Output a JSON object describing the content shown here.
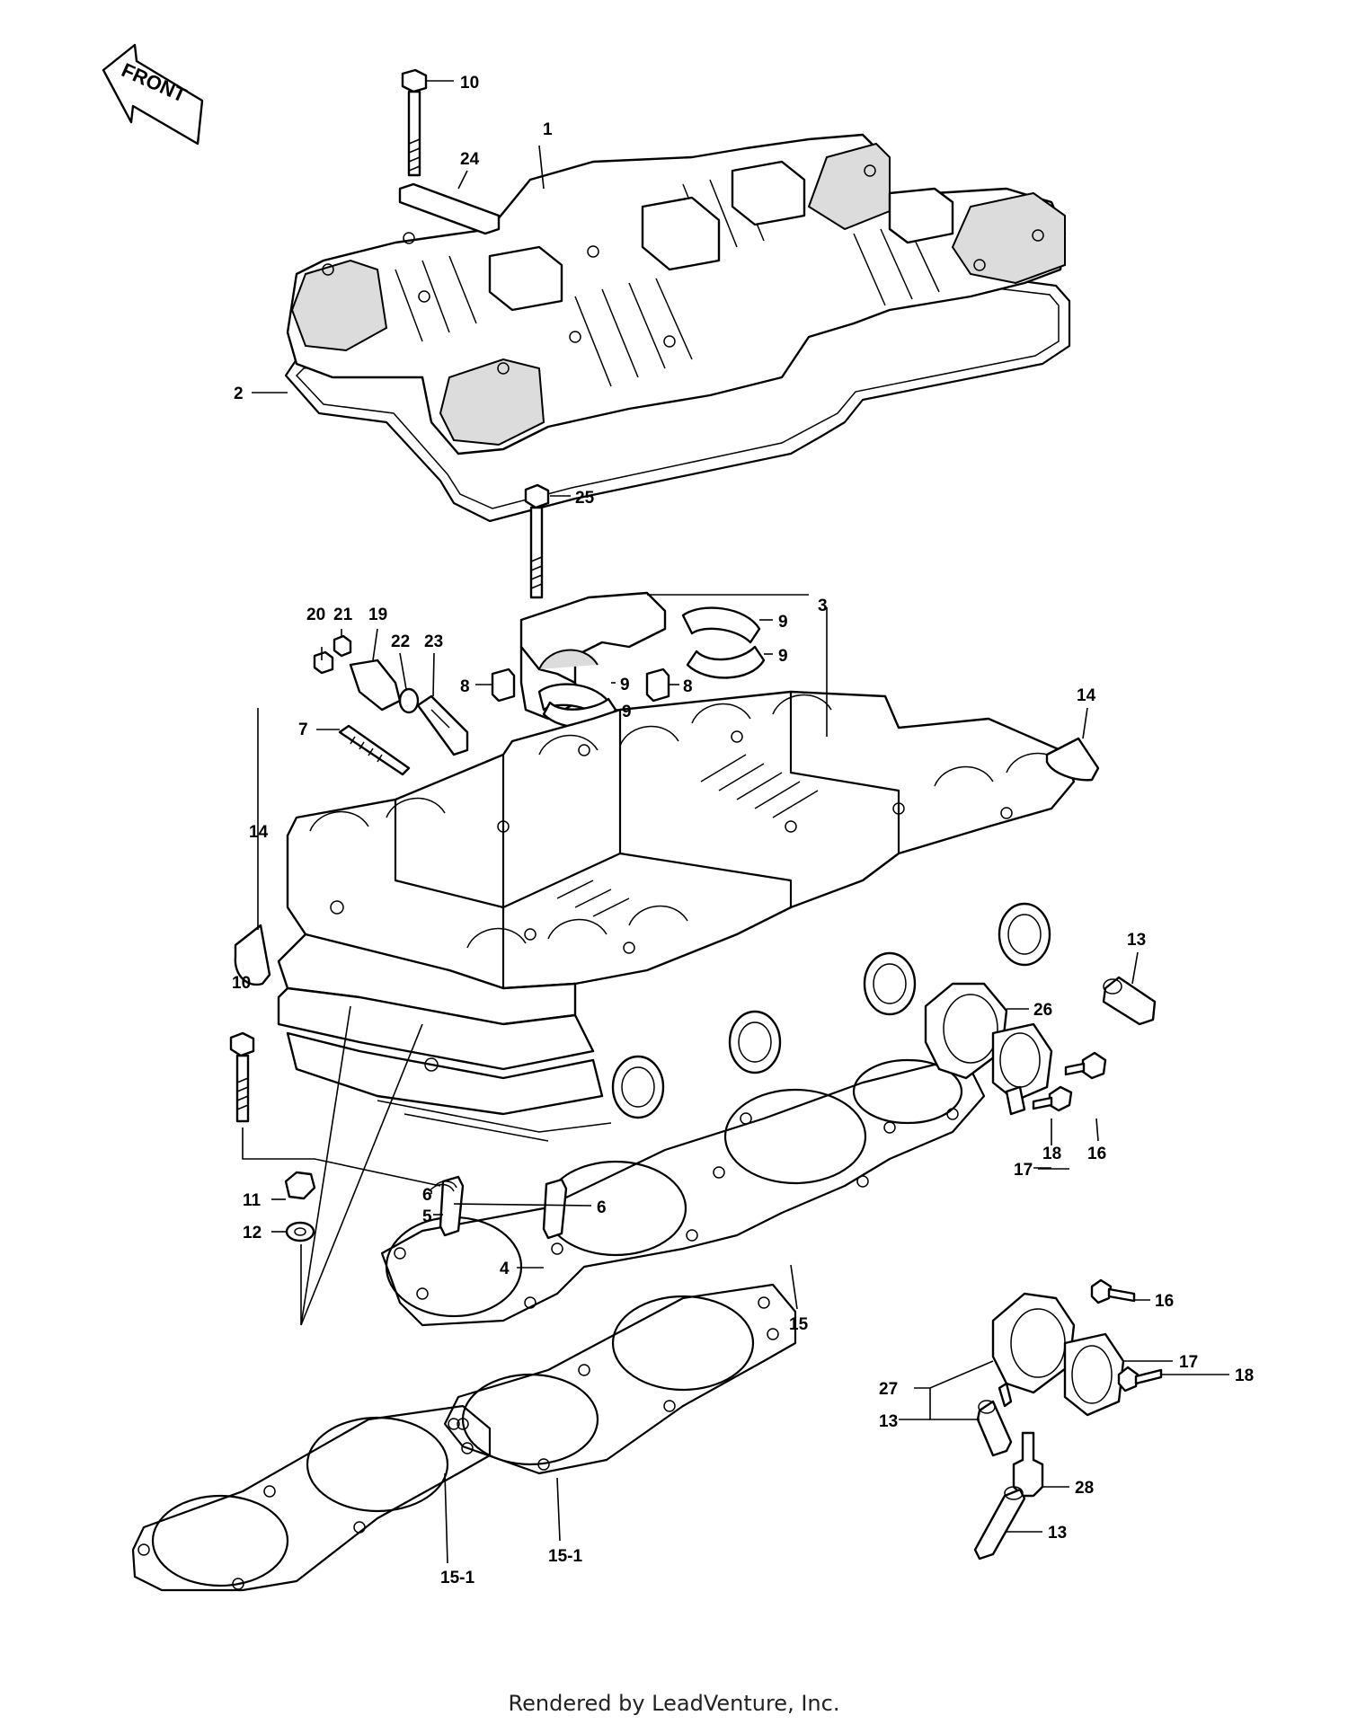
{
  "front_label": "FRONT",
  "footer": "Rendered by LeadVenture, Inc.",
  "callouts": {
    "c1": "1",
    "c2": "2",
    "c3": "3",
    "c4": "4",
    "c5": "5",
    "c6a": "6",
    "c6b": "6",
    "c7": "7",
    "c8a": "8",
    "c8b": "8",
    "c9a": "9",
    "c9b": "9",
    "c9c": "9",
    "c9d": "9",
    "c10a": "10",
    "c10b": "10",
    "c11": "11",
    "c12": "12",
    "c13a": "13",
    "c13b": "13",
    "c13c": "13",
    "c14a": "14",
    "c14b": "14",
    "c15": "15",
    "c15_1a": "15-1",
    "c15_1b": "15-1",
    "c16a": "16",
    "c16b": "16",
    "c17a": "17",
    "c17b": "17",
    "c18a": "18",
    "c18b": "18",
    "c19": "19",
    "c20": "20",
    "c21": "21",
    "c22": "22",
    "c23": "23",
    "c24": "24",
    "c25": "25",
    "c26": "26",
    "c27": "27",
    "c28": "28"
  }
}
